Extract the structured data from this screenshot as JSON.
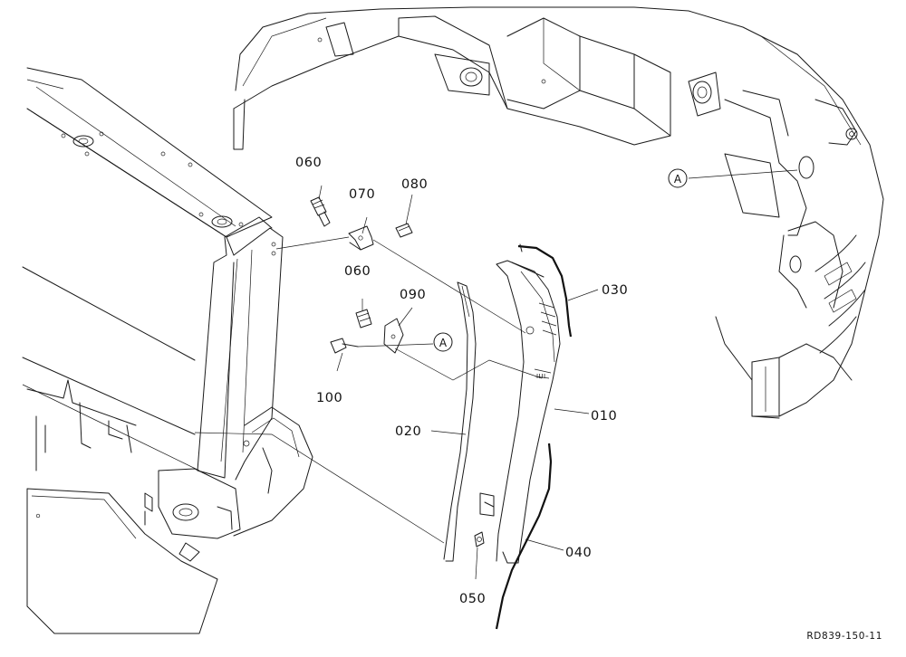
{
  "diagram": {
    "drawing_code": "RD839-150-11",
    "reference_mark": "A",
    "callouts": [
      {
        "id": "p060a",
        "label": "060"
      },
      {
        "id": "p070",
        "label": "070"
      },
      {
        "id": "p080",
        "label": "080"
      },
      {
        "id": "p060b",
        "label": "060"
      },
      {
        "id": "p090",
        "label": "090"
      },
      {
        "id": "p100",
        "label": "100"
      },
      {
        "id": "p030",
        "label": "030"
      },
      {
        "id": "p010",
        "label": "010"
      },
      {
        "id": "p020",
        "label": "020"
      },
      {
        "id": "p040",
        "label": "040"
      },
      {
        "id": "p050",
        "label": "050"
      }
    ]
  }
}
